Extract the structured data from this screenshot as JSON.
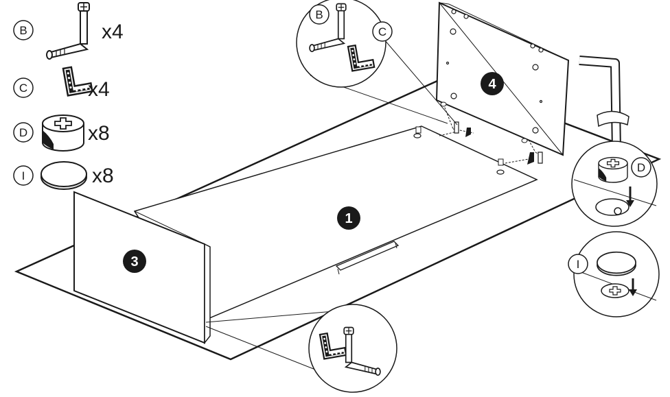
{
  "parts": [
    {
      "letter": "B",
      "quantity": "x4",
      "icon": "cam-bolt-icon"
    },
    {
      "letter": "C",
      "quantity": "x4",
      "icon": "l-bracket-icon"
    },
    {
      "letter": "D",
      "quantity": "x8",
      "icon": "cam-lock-icon"
    },
    {
      "letter": "I",
      "quantity": "x8",
      "icon": "cover-cap-icon"
    }
  ],
  "panels": {
    "panel_1": "1",
    "panel_3": "3",
    "panel_4": "4"
  },
  "callouts": {
    "top_detail": {
      "letter_b": "B",
      "letter_c": "C"
    },
    "cam_detail": {
      "letter": "D"
    },
    "cap_detail": {
      "letter": "I"
    }
  },
  "colors": {
    "line": "#1a1a1a",
    "badge_fill": "#1a1a1a",
    "background": "#ffffff"
  }
}
